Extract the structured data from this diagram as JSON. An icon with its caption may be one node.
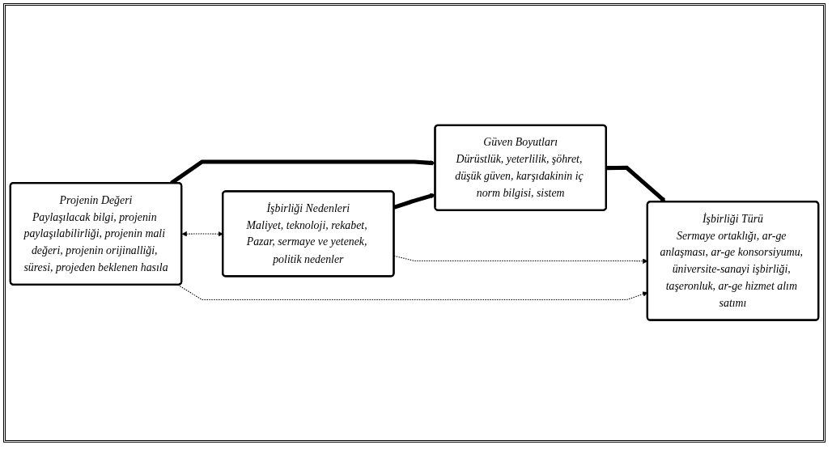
{
  "diagram": {
    "nodes": [
      {
        "text": [
          "Projenin Değeri",
          "Paylaşılacak bilgi, projenin paylaşılabilirliği, projenin mali değeri, projenin orijinalliği, süresi, projeden beklenen hasıla"
        ]
      },
      {
        "text": [
          "Güven Boyutları",
          "Dürüstlük, yeterlilik, şöhret, düşük güven, karşıdakinin iç norm bilgisi, sistem"
        ]
      },
      {
        "text": [
          "İşbirliği Nedenleri",
          "Maliyet, teknoloji, rekabet, Pazar, sermaye ve yetenek, politik nedenler"
        ]
      },
      {
        "text": [
          "İşbirliği Türü",
          "Sermaye ortaklığı, ar-ge anlaşması, ar-ge konsorsiyumu, üniversite-sanayi işbirliği, taşeronluk, ar-ge hizmet alım satımı"
        ]
      }
    ],
    "edges": [
      {
        "from": 0,
        "to": 1,
        "arrow": "to",
        "style": "thick"
      },
      {
        "from": 1,
        "to": 3,
        "arrow": "to",
        "style": "thick"
      },
      {
        "from": 2,
        "to": 1,
        "arrow": "to",
        "style": "thick"
      },
      {
        "from": 0,
        "to": 2,
        "arrow": "both",
        "style": "dashed"
      },
      {
        "from": 0,
        "to": 3,
        "arrow": "to",
        "style": "dashed"
      },
      {
        "from": 2,
        "to": 3,
        "arrow": "to",
        "style": "dashed"
      }
    ]
  }
}
